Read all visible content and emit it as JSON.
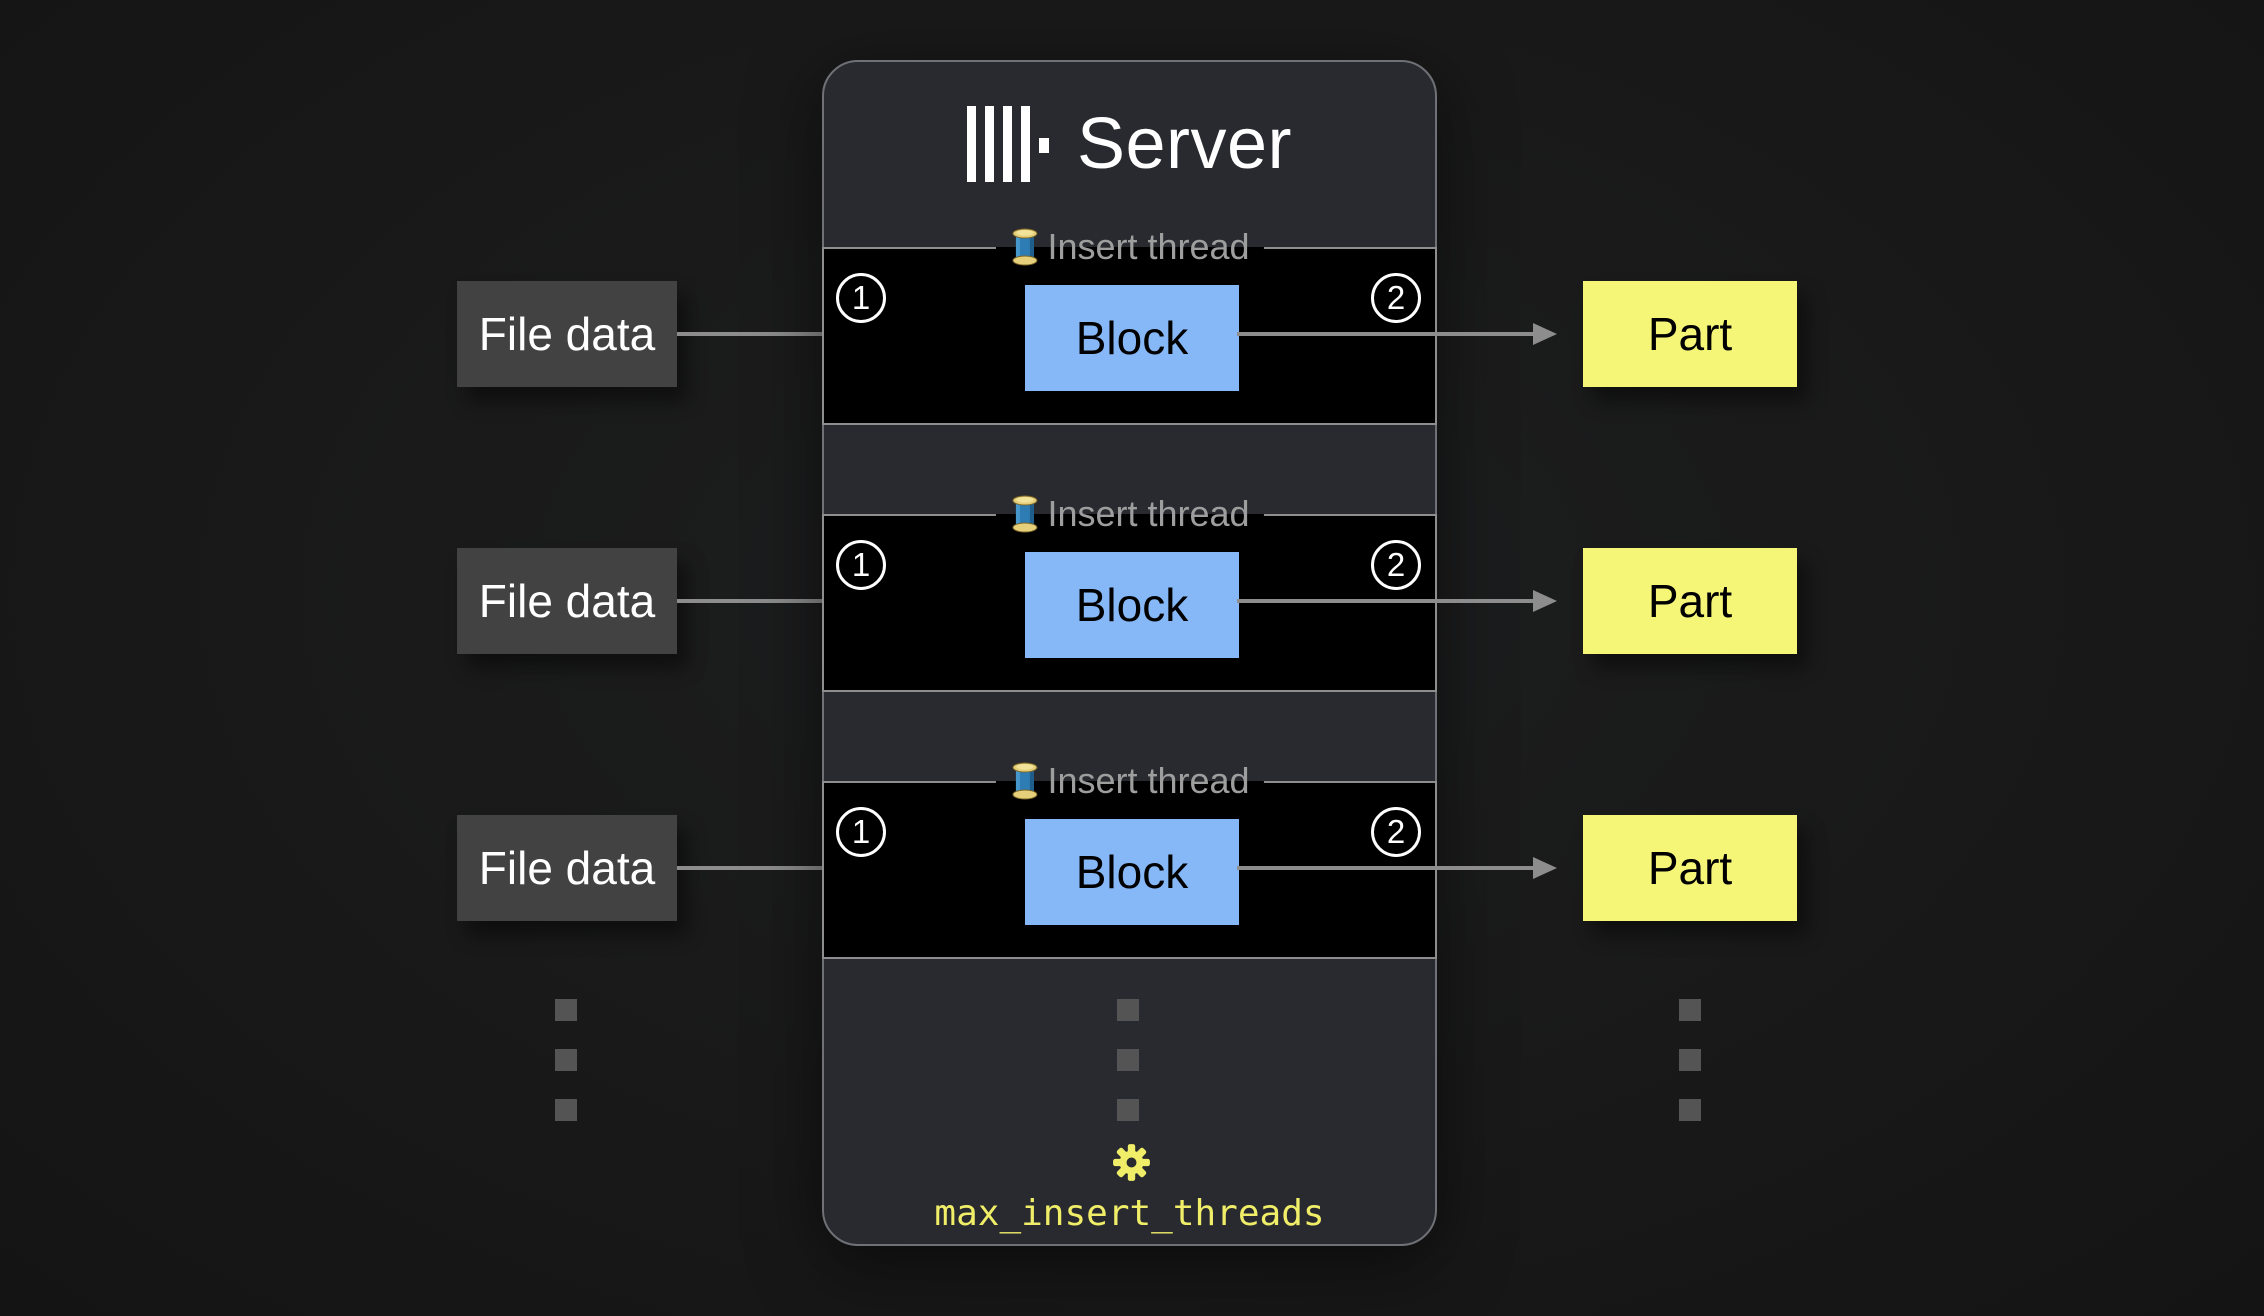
{
  "server": {
    "title": "Server",
    "logo": "clickhouse-logo",
    "gear_icon": "gear-icon",
    "setting": "max_insert_threads"
  },
  "rows": [
    {
      "source": "File data",
      "thread": "Insert thread",
      "step_in": "1",
      "block": "Block",
      "step_out": "2",
      "output": "Part"
    },
    {
      "source": "File data",
      "thread": "Insert thread",
      "step_in": "1",
      "block": "Block",
      "step_out": "2",
      "output": "Part"
    },
    {
      "source": "File data",
      "thread": "Insert thread",
      "step_in": "1",
      "block": "Block",
      "step_out": "2",
      "output": "Part"
    }
  ],
  "colors": {
    "background": "#191919",
    "server_panel": "#282a2f",
    "server_border": "#6f7176",
    "lane": "#000000",
    "lane_border": "#8e8e8e",
    "block_fill": "#86b7f6",
    "part_fill": "#f5f578",
    "file_fill": "#424242",
    "arrow": "#8d8d8d",
    "muted_label": "#9e9e9e",
    "accent_yellow": "#f0ed68",
    "title_text": "#ffffff",
    "dot_gray": "#545454"
  }
}
